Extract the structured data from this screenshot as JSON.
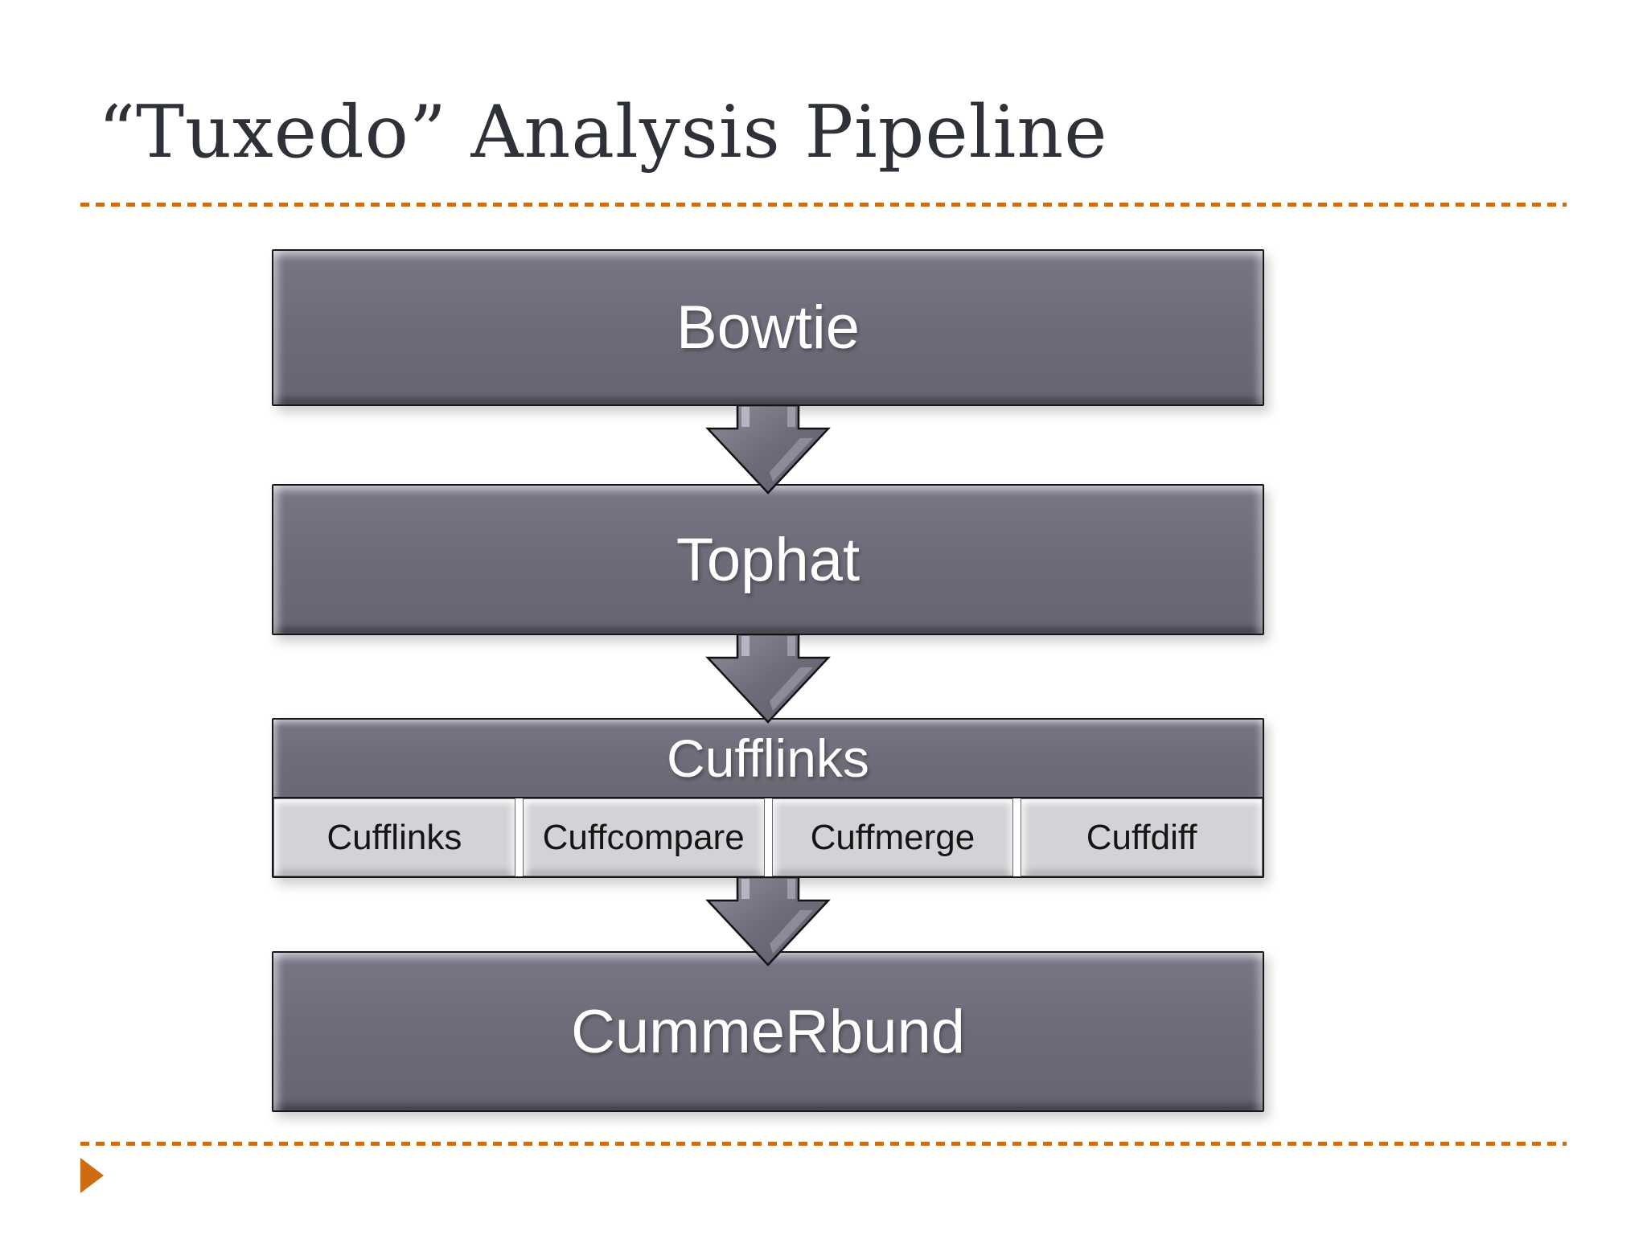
{
  "title": "“Tuxedo” Analysis Pipeline",
  "pipeline": {
    "bowtie": "Bowtie",
    "tophat": "Tophat",
    "cufflinks": "Cufflinks",
    "cufflinks_tools": [
      "Cufflinks",
      "Cuffcompare",
      "Cuffmerge",
      "Cuffdiff"
    ],
    "cummerbund": "CummeRbund"
  },
  "icons": {
    "connector": "down-arrow-icon",
    "footer": "slide-advance-triangle-icon"
  },
  "colors": {
    "accent-orange": "#CE6C12",
    "box-fill": "#6F6C7A",
    "box-border": "#17161B",
    "subbox-fill": "#D3D2D6",
    "title-color": "#2E3138"
  }
}
